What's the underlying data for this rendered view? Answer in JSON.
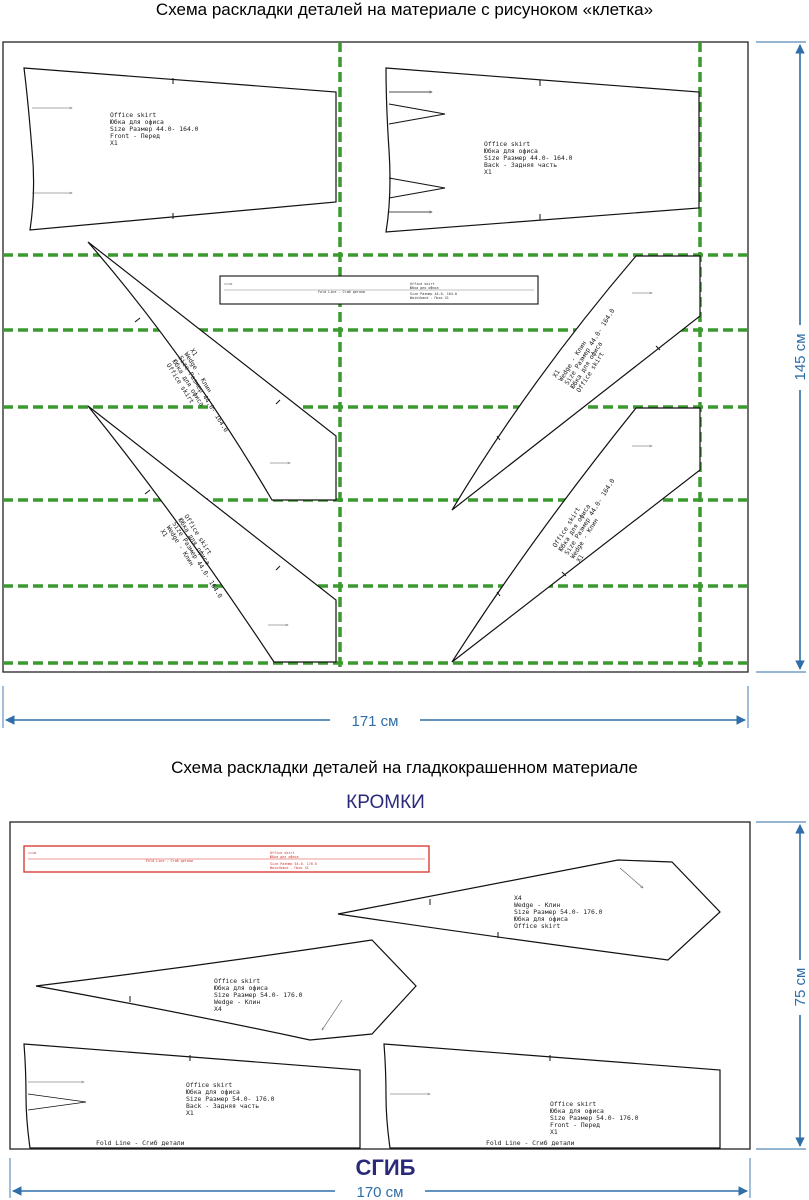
{
  "scheme1": {
    "title": "Схема раскладки деталей на материале с рисуноком «клетка»",
    "width_label": "171 см",
    "height_label": "145 см",
    "front": [
      "Office skirt",
      "Юбка для офиса",
      "Size Размер   44.0- 164.0",
      "Front - Перед",
      "X1"
    ],
    "back": [
      "Office skirt",
      "Юбка для офиса",
      "Size Размер   44.0- 164.0",
      "Back - Задняя часть",
      "X1"
    ],
    "wedge_a": [
      "X1",
      "Wedge - Клин",
      "Size Размер   44.0- 164.0",
      "Юбка для офиса",
      "Office skirt"
    ],
    "wedge_b": [
      "Office skirt",
      "Юбка для офиса",
      "Size Размер 44.0- 164.0",
      "Wedge - Клин",
      "X1"
    ],
    "wedge_c": [
      "X1",
      "Wedge - Клин",
      "Size Размер   44.0- 164.0",
      "Юбка для офиса",
      "Office skirt"
    ],
    "wedge_d": [
      "Office skirt",
      "Юбка для офиса",
      "Size Размер 44.0- 164.0",
      "Wedge - Клин",
      "X1"
    ],
    "belt": [
      "Office skirt",
      "Юбка для офиса",
      "Size Размер  44.0- 164.0",
      "Waistband - Пояс  X1"
    ],
    "belt_fold": "Fold Line - Сгиб детали"
  },
  "scheme2": {
    "title": "Схема раскладки деталей на гладкокрашенном материале",
    "edges_label": "КРОМКИ",
    "fold_label": "СГИБ",
    "width_label": "170 см",
    "height_label": "75 см",
    "belt": [
      "Office skirt",
      "Юбка для офиса",
      "Size Размер   54.0- 176.0",
      "Waistband - Пояс  X1"
    ],
    "belt_fold": "Fold Line - Сгиб детали",
    "wedge_top": [
      "X4",
      "Wedge - Клин",
      "Size Размер   54.0- 176.0",
      "Юбка для офиса",
      "Office skirt"
    ],
    "wedge_mid": [
      "Office skirt",
      "Юбка для офиса",
      "Size Размер   54.0- 176.0",
      "Wedge - Клин",
      "X4"
    ],
    "back": [
      "Office skirt",
      "Юбка для офиса",
      "Size Размер   54.0- 176.0",
      "Back - Задняя часть",
      "X1"
    ],
    "back_fold": "Fold Line - Сгиб детали",
    "front": [
      "Office skirt",
      "Юбка для офиса",
      "Size Размер   54.0- 176.0",
      "Front - Перед",
      "X1"
    ],
    "front_fold": "Fold Line - Сгиб детали"
  },
  "colors": {
    "grid": "#3a9a2e",
    "dimension": "#2f6ea8",
    "belt_red": "#d9302a",
    "edge_text": "#2b2a7a"
  }
}
